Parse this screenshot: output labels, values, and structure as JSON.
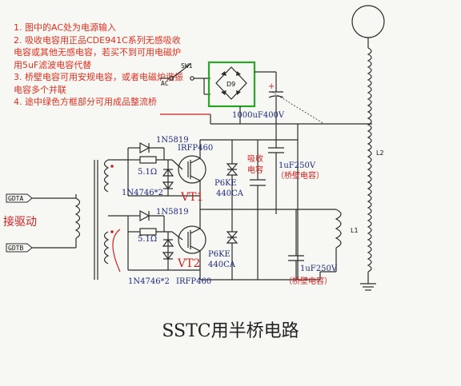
{
  "title": "SSTC用半桥电路",
  "notes": [
    "1. 图中的AC处为电源输入",
    "2. 吸收电容用正品CDE941C系列无感吸收电容或其他无感电容，若买不到可用电磁炉用5uF滤波电容代替",
    "3. 桥壁电容可用安规电容，或者电磁炉谐振电容多个并联",
    "4. 途中绿色方框部分可用成品整流桥"
  ],
  "labels": {
    "sw1": "SW1",
    "ac": "AC",
    "d9": "D9",
    "bulk_cap": "1000uF400V",
    "snubber_line1": "吸收",
    "snubber_line2": "电容",
    "bridge_cap_top_line1": "1uF250V",
    "bridge_cap_top_line2": "（桥壁电容）",
    "bridge_cap_bottom_line1": "1uF250V",
    "bridge_cap_bottom_line2": "（桥壁电容）",
    "diode_top": "1N5819",
    "diode_bottom": "1N5819",
    "resistor_top": "5.1Ω",
    "resistor_bottom": "5.1Ω",
    "zener_top": "1N4746*2",
    "zener_bottom": "1N4746*2",
    "mosfet_top": "IRFP460",
    "mosfet_bottom": "IRFP460",
    "vt1": "VT1",
    "vt2": "VT2",
    "tvs_top_line1": "P6KE",
    "tvs_top_line2": "440CA",
    "tvs_bottom_line1": "P6KE",
    "tvs_bottom_line2": "440CA",
    "gdta": "GDTA",
    "gdtb": "GDTB",
    "drive": "接驱动",
    "l1": "L1",
    "l2": "L2",
    "plus": "+"
  },
  "colors": {
    "wire": "#2b2b2b",
    "text_red": "#d02020",
    "text_blue": "#1e2a80",
    "bridge_box": "#2aa52a"
  }
}
